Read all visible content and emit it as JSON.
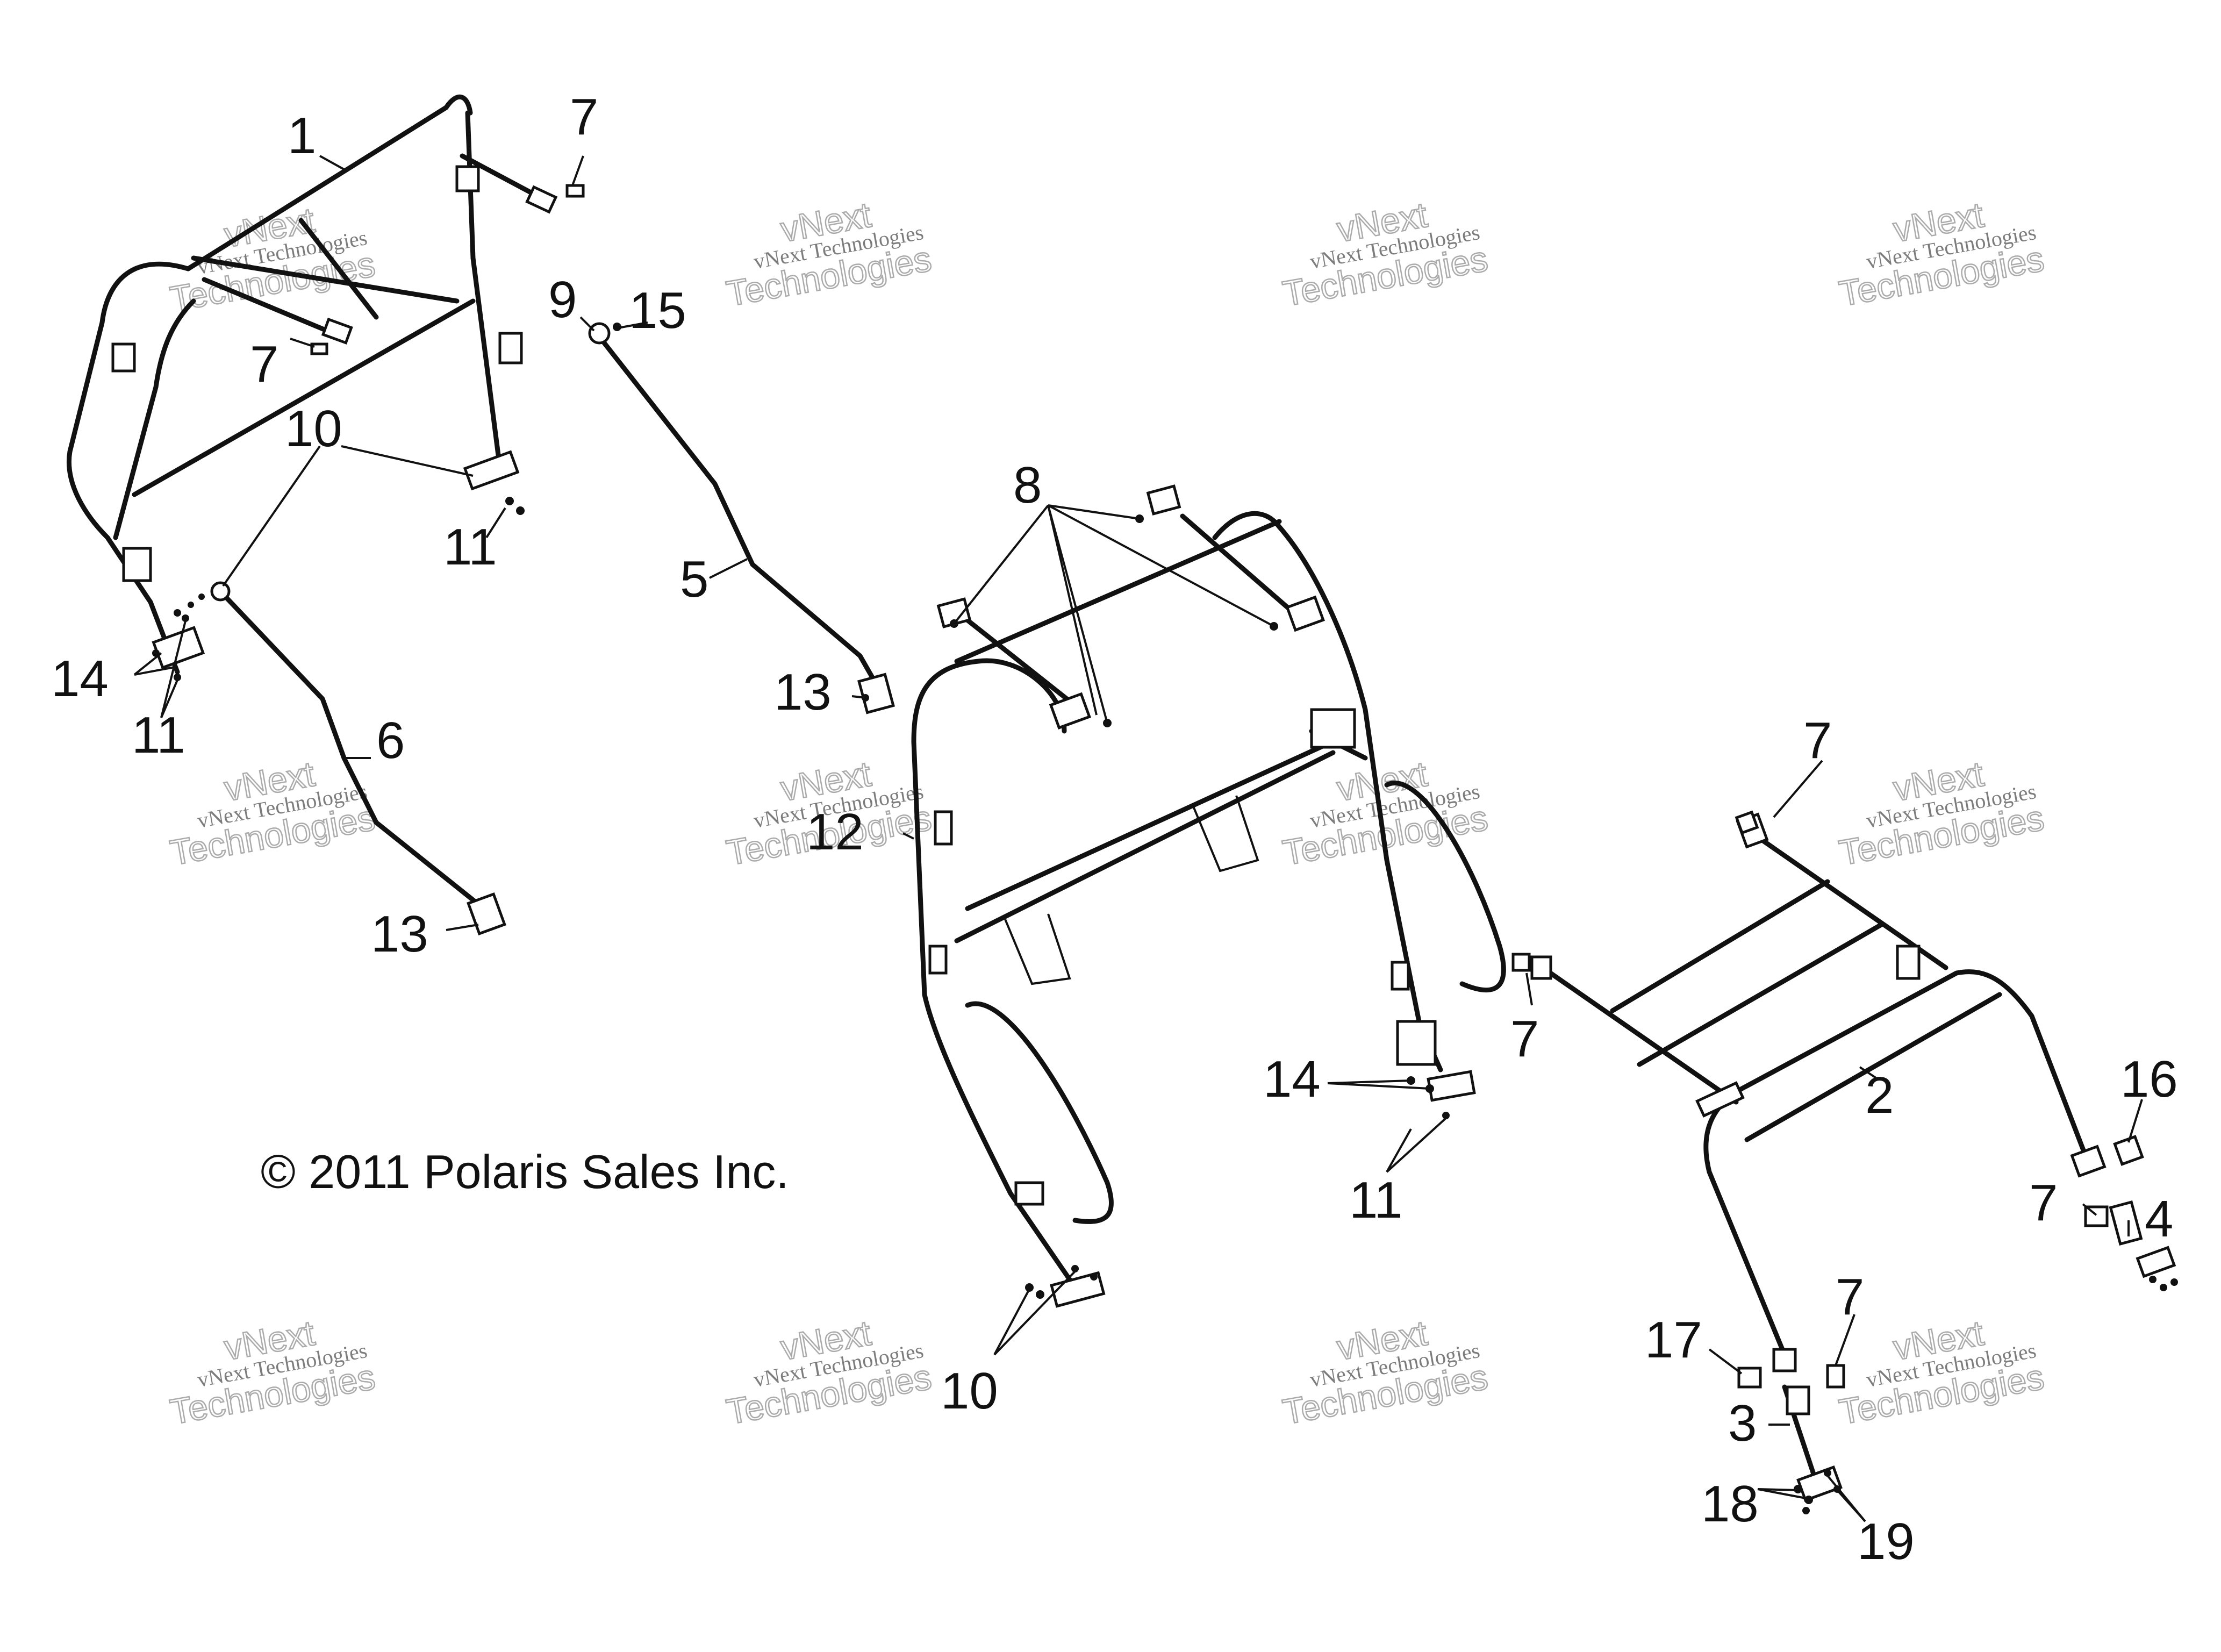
{
  "callouts": {
    "c1": "1",
    "c2": "2",
    "c3": "3",
    "c4": "4",
    "c5": "5",
    "c6": "6",
    "c7": "7",
    "c8": "8",
    "c9": "9",
    "c10": "10",
    "c11": "11",
    "c12": "12",
    "c13": "13",
    "c14": "14",
    "c15": "15",
    "c16": "16",
    "c17": "17",
    "c18": "18",
    "c19": "19"
  },
  "watermark": {
    "line1": "vNext Technologies",
    "line2": "vNext",
    "line3": "Technologies"
  },
  "copyright": "© 2011 Polaris Sales Inc."
}
